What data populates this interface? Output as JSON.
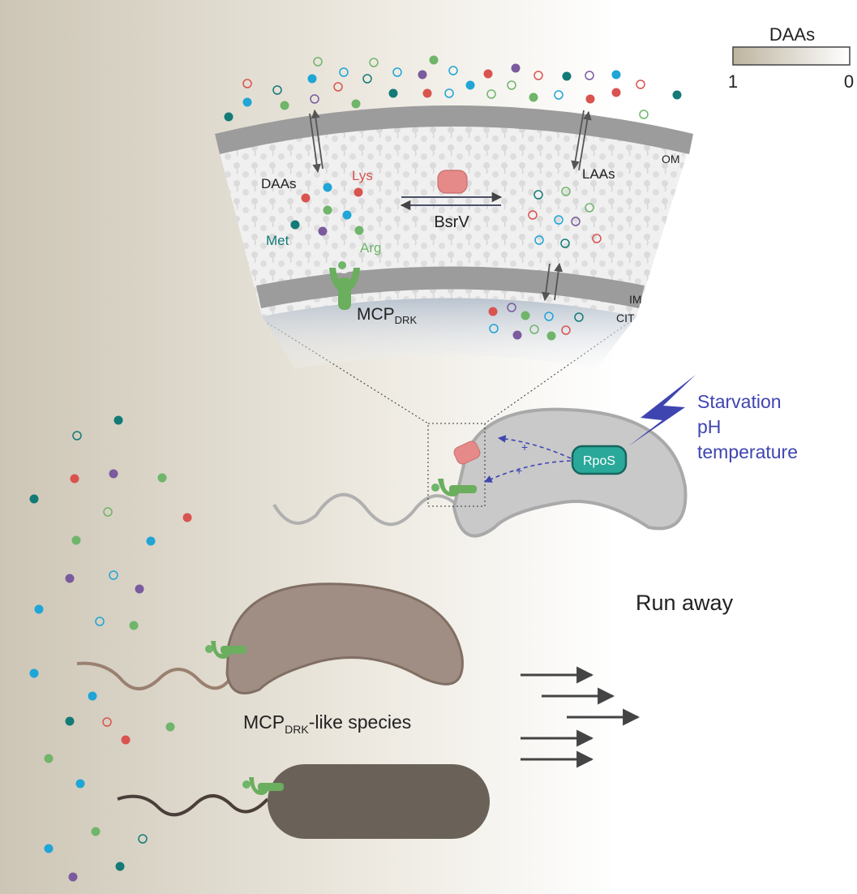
{
  "legend": {
    "title": "DAAs",
    "min_label": "1",
    "max_label": "0"
  },
  "membrane": {
    "om": "OM",
    "im": "IM",
    "cit": "CIT",
    "daas": "DAAs",
    "laas": "LAAs",
    "lys": "Lys",
    "met": "Met",
    "arg": "Arg",
    "bsrv": "BsrV",
    "mcp_main": "MCP",
    "mcp_sub": "DRK"
  },
  "cell": {
    "rpos": "RpoS",
    "plus": "+",
    "stress": [
      "Starvation",
      "pH",
      "temperature"
    ]
  },
  "bottom": {
    "run_away": "Run away",
    "species_main": "MCP",
    "species_sub": "DRK",
    "species_suffix": "-like species"
  },
  "colors": {
    "lys": "#d9534f",
    "met": "#137a76",
    "arg": "#6fb56a",
    "cyan": "#1fa5d6",
    "purple": "#7b5a9e",
    "stress_blue": "#3f45b0",
    "receptor_green": "#6aae5e",
    "bsrv_pink": "#e58a88",
    "rpos_teal": "#2aa89a"
  }
}
